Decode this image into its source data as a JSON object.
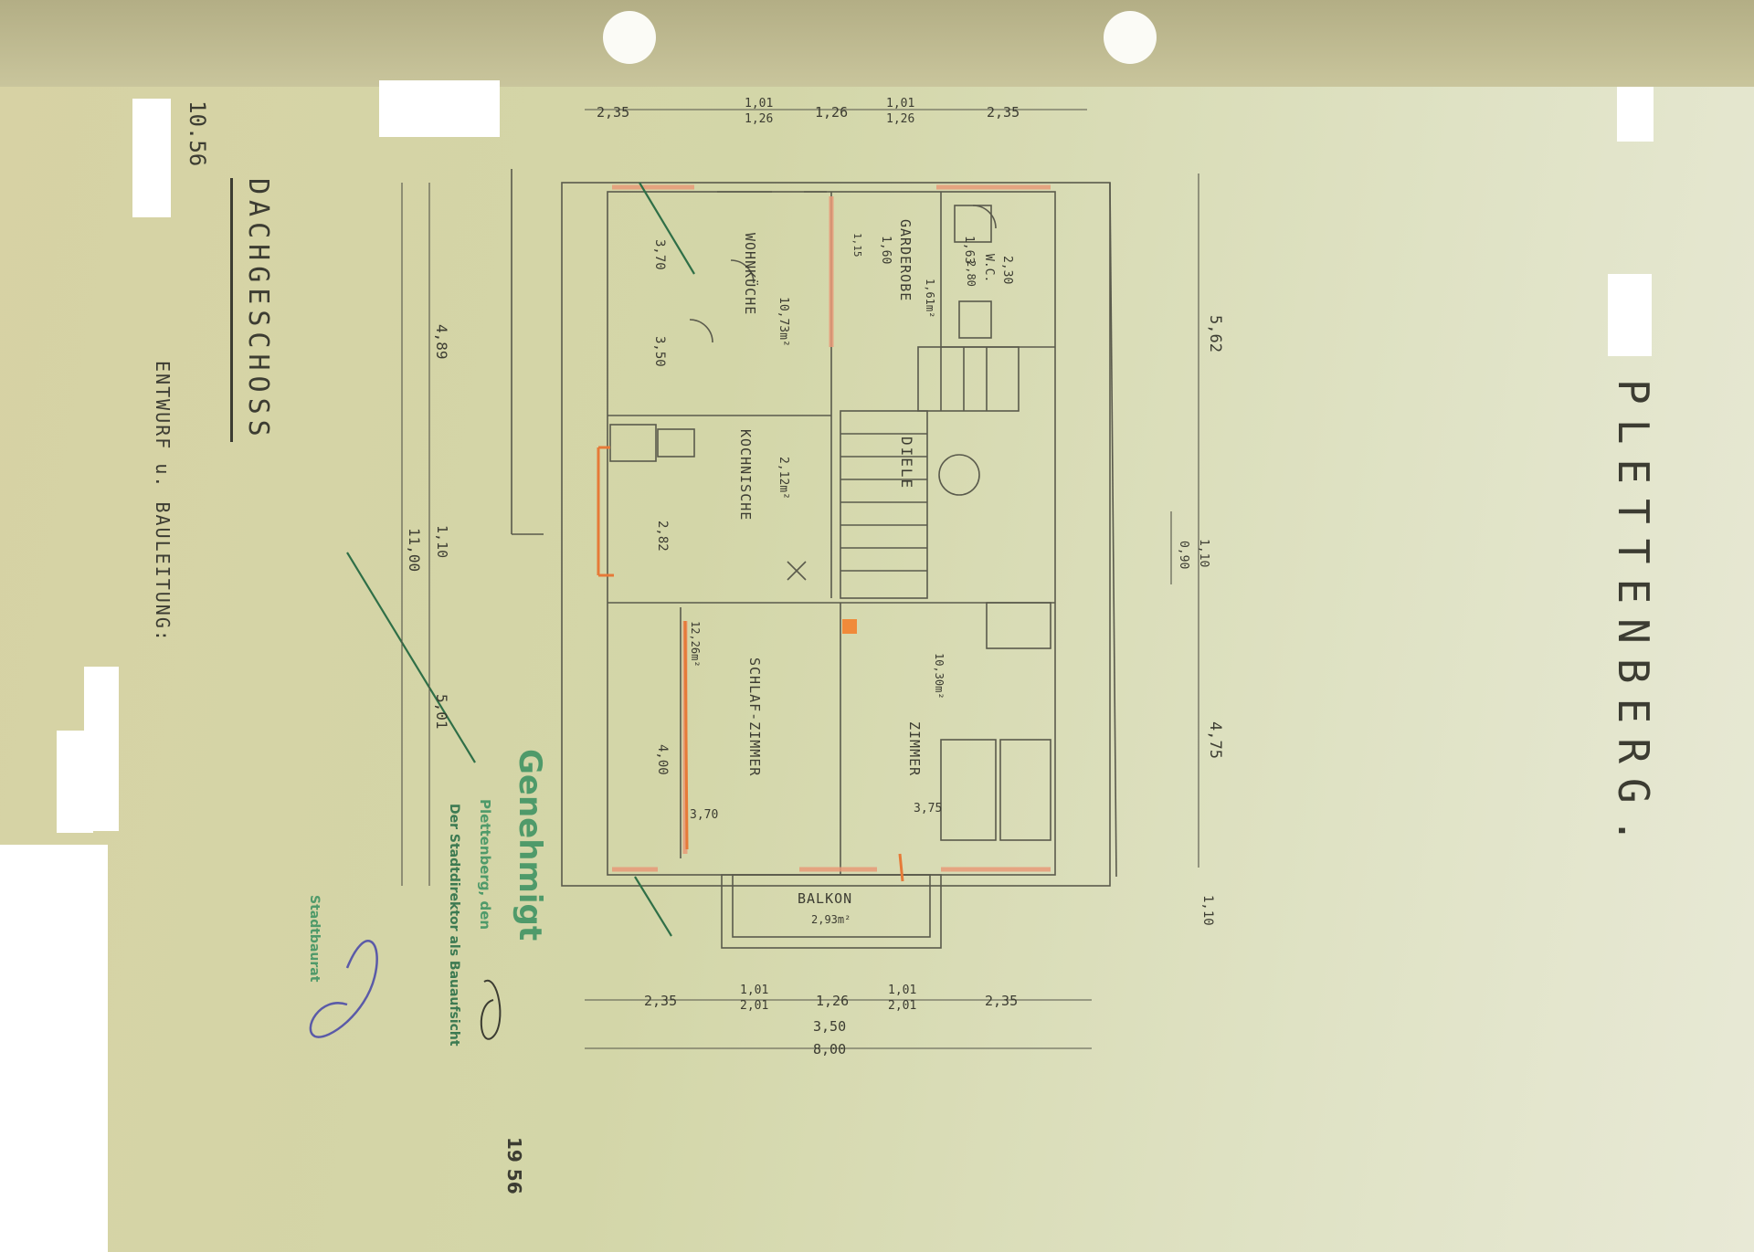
{
  "sheet": {
    "sheet_number": "10.56",
    "title": "DACHGESCHOSS",
    "subtitle": "ENTWURF u. BAULEITUNG:",
    "place": "PLETTENBERG."
  },
  "rooms": {
    "wohnkueche": "WOHNKÜCHE",
    "wohnkueche_area": "10,73m²",
    "kochnische": "KOCHNISCHE",
    "kochnische_area": "2,12m²",
    "garderobe": "GARDEROBE",
    "garderobe_area": "1,61m²",
    "wc": "W.C.",
    "wc_area": "2,80",
    "diele": "DIELE",
    "schlafzimmer": "SCHLAF-ZIMMER",
    "schlafzimmer_area": "12,26m²",
    "zimmer": "ZIMMER",
    "zimmer_area": "10,30m²",
    "balkon": "BALKON",
    "balkon_area": "2,93m²"
  },
  "dimensions": {
    "top": [
      "2,35",
      "1,01",
      "1,26",
      "1,26",
      "1,01",
      "1,26",
      "2,35"
    ],
    "bottom": [
      "2,35",
      "1,01",
      "2,01",
      "1,26",
      "1,01",
      "2,01",
      "2,35"
    ],
    "bottom_sub": "3,50",
    "bottom_total": "8,00",
    "left": [
      "4,89",
      "1,10",
      "5,01"
    ],
    "left_total": "11,00",
    "right": [
      "5,62",
      "1,10",
      "0,90",
      "4,75",
      "1,10"
    ],
    "inner": [
      "3,70",
      "3,50",
      "2,82",
      "4,00",
      "3,70",
      "3,75",
      "1,60",
      "1,63",
      "2,30",
      "1,15"
    ]
  },
  "stamp": {
    "title": "Genehmigt",
    "line1": "Plettenberg, den",
    "line2": "Der Stadtdirektor als Bauaufsicht",
    "line3": "Stadtbaurat",
    "year": "19 56"
  },
  "colors": {
    "paper": "#d5d6a8",
    "pencil": "#55554a",
    "wall_red": "#e89a78",
    "stamp_green": "#4f9a6a"
  }
}
